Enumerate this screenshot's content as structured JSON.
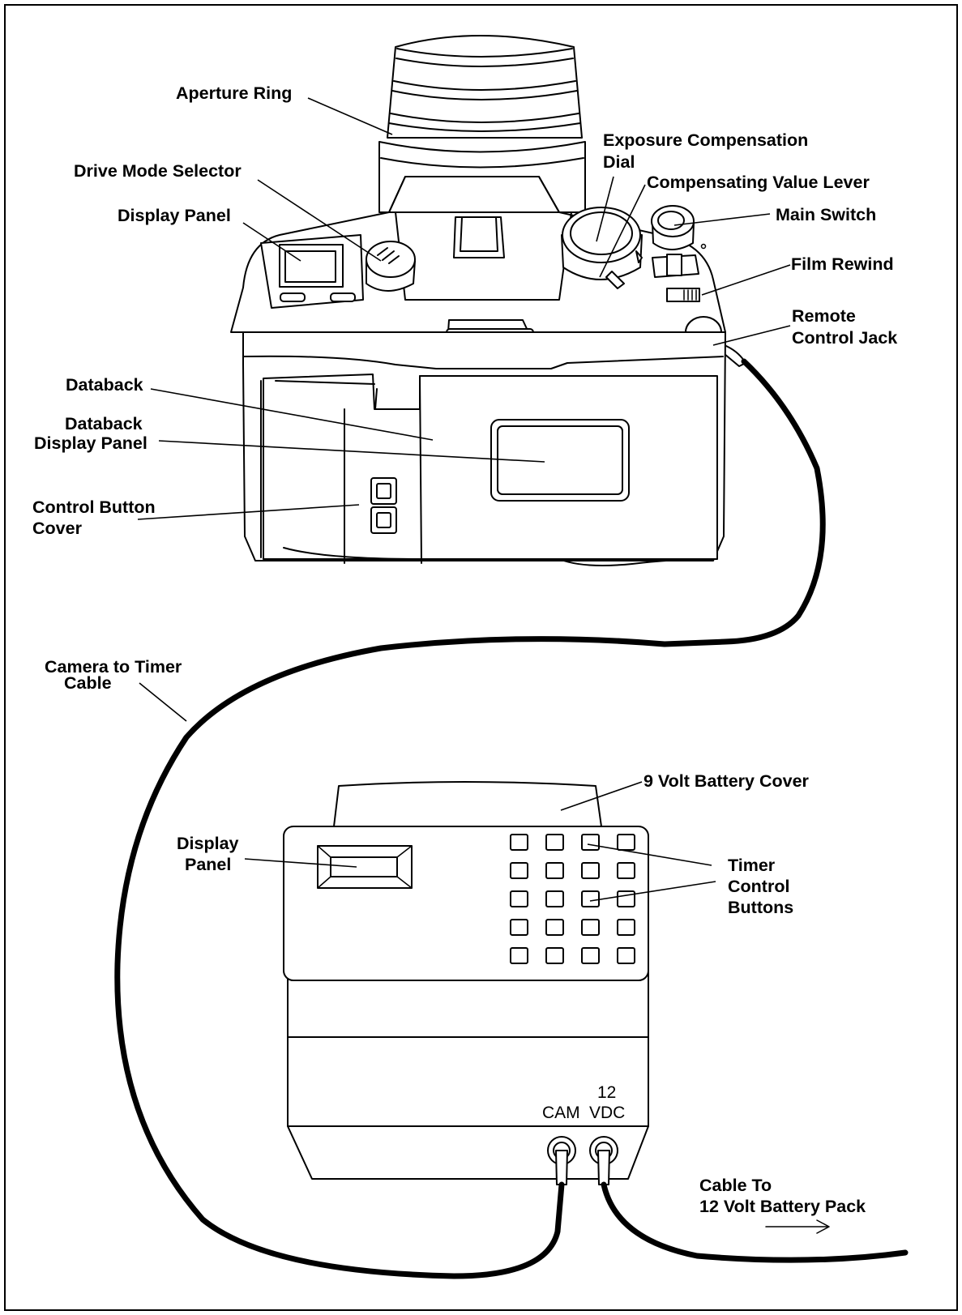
{
  "labels": {
    "aperture_ring": "Aperture Ring",
    "drive_mode_selector": "Drive Mode Selector",
    "display_panel_camera": "Display Panel",
    "exposure_comp_line1": "Exposure Compensation",
    "exposure_comp_line2": "Dial",
    "compensating_value_lever": "Compensating Value Lever",
    "main_switch": "Main Switch",
    "film_rewind": "Film Rewind",
    "remote_control_line1": "Remote",
    "remote_control_line2": "Control Jack",
    "databack": "Databack",
    "databack_display_line1": "Databack",
    "databack_display_line2": "Display Panel",
    "control_button_line1": "Control Button",
    "control_button_line2": "Cover",
    "camera_timer_cable_line1": "Camera to Timer",
    "camera_timer_cable_line2": "Cable",
    "battery_cover": "9 Volt Battery Cover",
    "timer_display_line1": "Display",
    "timer_display_line2": "Panel",
    "timer_buttons_line1": "Timer",
    "timer_buttons_line2": "Control",
    "timer_buttons_line3": "Buttons",
    "port_12": "12",
    "port_cam": "CAM",
    "port_vdc": "VDC",
    "battery_cable_line1": "Cable To",
    "battery_cable_line2": "12 Volt Battery Pack"
  },
  "keypad": {
    "rows": 5,
    "cols": 4
  }
}
